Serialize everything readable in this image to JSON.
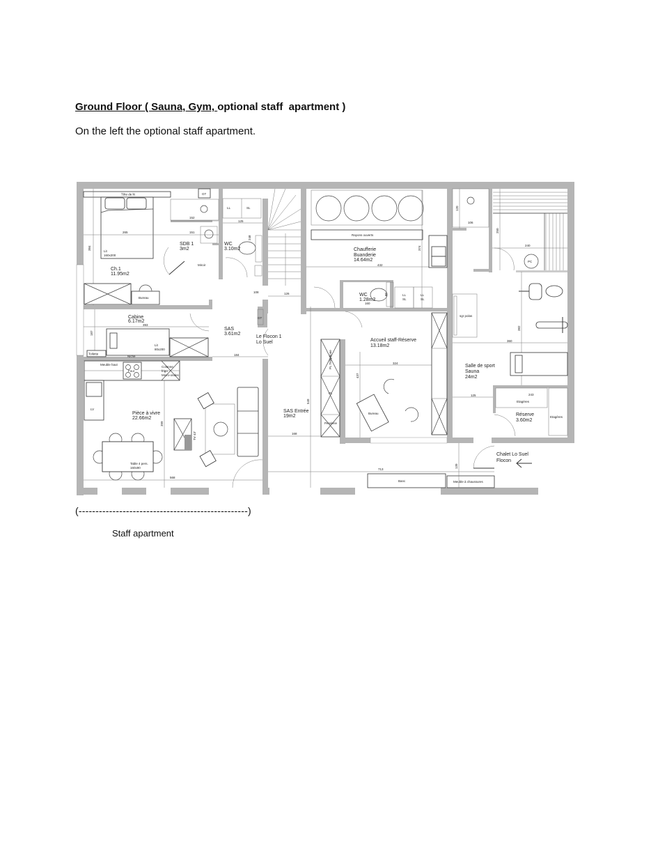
{
  "document": {
    "title_underlined": "Ground Floor ( Sauna, Gym, ",
    "title_rest": "optional staff  apartment )",
    "intro": "On the left the optional staff apartment.",
    "bracket": "(--------------------------------------------------)",
    "caption": "Staff apartment"
  },
  "plan": {
    "rooms": {
      "ch1": {
        "name": "Ch.1",
        "area": "11.95m2"
      },
      "sdb1": {
        "name": "SDB 1",
        "area": "3m2"
      },
      "wc1": {
        "name": "WC",
        "area": "3.10m2"
      },
      "cabine": {
        "name": "Cabine",
        "area": "6.17m2"
      },
      "sas": {
        "name": "SAS",
        "area": "3.61m2"
      },
      "flocon": {
        "name": "Le Flocon 1",
        "sub": "Lo Suel"
      },
      "piece": {
        "name": "Pièce à vivre",
        "area": "22.66m2"
      },
      "sas_entree": {
        "name": "SAS Entrée",
        "area": "19m2"
      },
      "chaufferie": {
        "name": "Chaufferie",
        "sub": "Buanderie",
        "area": "14.64m2"
      },
      "wc2": {
        "name": "WC",
        "area": "1.28m2"
      },
      "accueil": {
        "name": "Accueil staff-Réserve",
        "area": "13.18m2"
      },
      "sport": {
        "name": "Salle de sport",
        "sub": "Sauna",
        "area": "24m2"
      },
      "reserve": {
        "name": "Réserve",
        "area": "3.60m2"
      },
      "chalet": {
        "name": "Chalet Lo Suel",
        "sub": "Flocon"
      }
    },
    "furniture": {
      "tete_lit": "Tête de lit",
      "lit_ch1": "Lit",
      "lit_ch1_size": "160x200",
      "bureau_ch1": "Bureau",
      "gt": "GT",
      "miroir": "Miroir",
      "ll": "LL",
      "sl": "SL",
      "lit_cabine": "Lit",
      "lit_cabine_size": "80x200",
      "niche": "Niche",
      "toilette": "Toilette",
      "meuble_haut": "Meuble haut",
      "four": "Four",
      "colonne": "Colonne",
      "frigo": "frigo",
      "micro": "Micro-ondes",
      "lv": "LV",
      "tv": "TV 43'",
      "table": "Table 4 pers.",
      "table_size": "160x90",
      "rayons": "Rayons ouverts",
      "pl_telephone": "PL Téléphone",
      "pl": "PL",
      "penderie": "Penderie",
      "bureau_accueil": "Bureau",
      "sgr_polas": "sgr polas",
      "pc": "PC",
      "etageres1": "Etagères",
      "etageres2": "Etagères",
      "banc": "Banc",
      "meuble_chaussures": "Meuble à chaussures",
      "ll2": "LL",
      "sl2": "SL",
      "ll3": "LL",
      "sl3": "SL"
    },
    "dimensions": {
      "d265": "265",
      "d384": "384",
      "d152": "152",
      "d151": "151",
      "d125": "125",
      "d248": "248",
      "d126": "126",
      "d108_stair": "108",
      "d393": "393",
      "d187": "187",
      "d184": "184",
      "d399": "399",
      "d568": "568",
      "d549": "549",
      "d168": "168",
      "d713": "713",
      "d139": "139",
      "d432": "432",
      "d374": "374",
      "d160": "160",
      "d80": "80",
      "d324": "324",
      "d437": "437",
      "d120": "120",
      "d106": "106",
      "d250": "250",
      "d240": "240",
      "d382": "382",
      "d360": "360",
      "d125b": "125",
      "d243": "243"
    }
  }
}
